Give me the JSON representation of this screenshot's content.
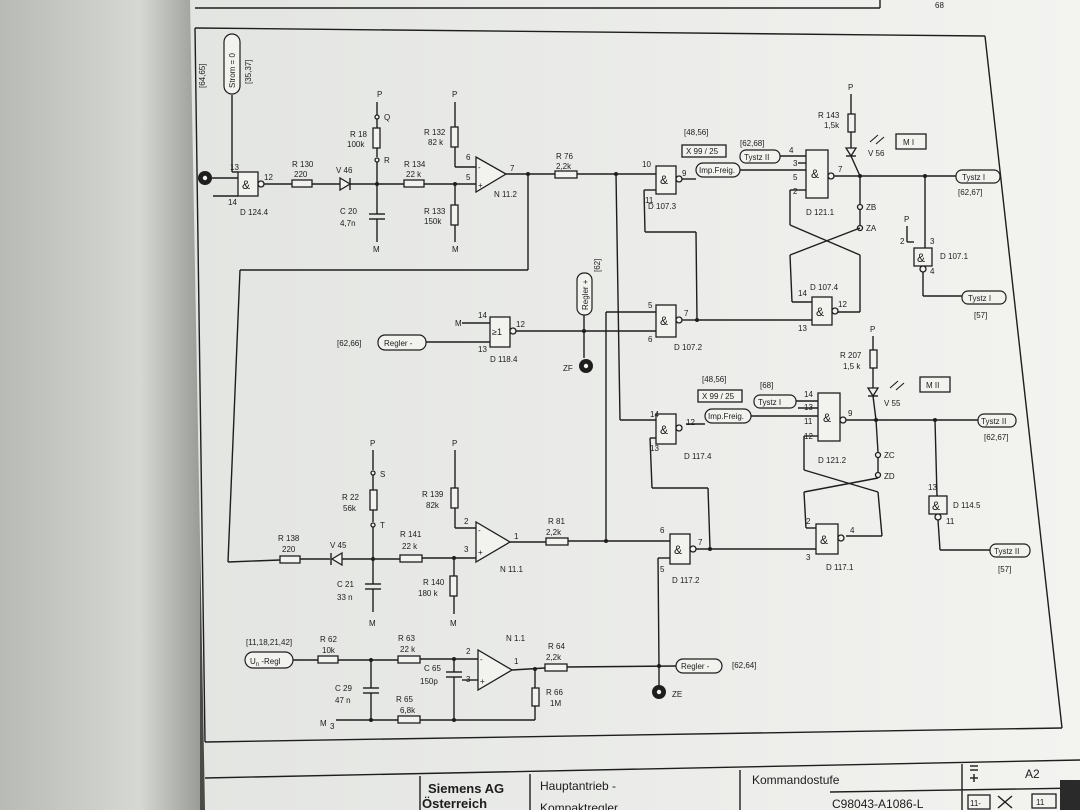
{
  "page_number": "68",
  "company": {
    "line1": "Siemens AG",
    "line2": "Österreich"
  },
  "title_block": {
    "project": "Hauptantrieb -",
    "project_sub": "Kompaktregler",
    "sheet_name": "Kommandostufe",
    "sheet_ref": "A2",
    "drawing_no": "C98043-A1086-L",
    "rev_a": "11-",
    "rev_b": "11"
  },
  "nets": {
    "strom": "Strom = 0",
    "strom_ref1": "[64,65]",
    "strom_ref2": "[35,37]",
    "regler_plus": "Regler +",
    "regler_plus_ref": "[62]",
    "regler_minus_in": "Regler -",
    "regler_minus_in_ref": "[62,66]",
    "imp_freig1": "Imp.Freig.",
    "imp_freig2": "Imp.Freig.",
    "tystz2_in": "Tystz II",
    "tystz2_in_ref": "[62,68]",
    "tystz1_in": "Tystz I",
    "tystz1_in_ref": "[68]",
    "x99_1": "X 99 / 25",
    "x99_1_ref": "[48,56]",
    "x99_2": "X 99 / 25",
    "x99_2_ref": "[48,56]",
    "tystz1_out": "Tystz I",
    "tystz1_out_ref": "[62,67]",
    "tystz1_out2": "Tystz I",
    "tystz1_out2_ref": "[57]",
    "tystz2_out": "Tystz II",
    "tystz2_out_ref": "[62,67]",
    "tystz2_out2": "Tystz II",
    "tystz2_out2_ref": "[57]",
    "un_regl": "U",
    "un_regl_sub": "n",
    "un_regl_rest": " -Regl",
    "un_regl_ref": "[11,18,21,42]",
    "regler_minus_out": "Regler -",
    "regler_minus_out_ref": "[62,64]",
    "m3": "M",
    "m3_sub": "3"
  },
  "components": {
    "r18": {
      "name": "R 18",
      "value": "100k"
    },
    "r130": {
      "name": "R 130",
      "value": "220"
    },
    "v46": "V 46",
    "c20": {
      "name": "C 20",
      "value": "4,7n"
    },
    "r132": {
      "name": "R 132",
      "value": "82 k"
    },
    "r134": {
      "name": "R 134",
      "value": "22 k"
    },
    "r133": {
      "name": "R 133",
      "value": "150k"
    },
    "n112": "N 11.2",
    "r76": {
      "name": "R 76",
      "value": "2,2k"
    },
    "d1244": "D 124.4",
    "d1073": "D 107.3",
    "d1211": "D 121.1",
    "d1074": "D 107.4",
    "d1071": "D 107.1",
    "d1072": "D 107.2",
    "d1184": "D 118.4",
    "r143": {
      "name": "R 143",
      "value": "1,5k"
    },
    "v56": "V 56",
    "mi": "M I",
    "r207": {
      "name": "R 207",
      "value": "1,5 k"
    },
    "v55": "V 55",
    "mii": "M II",
    "d1174": "D 117.4",
    "d1212": "D 121.2",
    "d1145": "D 114.5",
    "r22": {
      "name": "R 22",
      "value": "56k"
    },
    "r138": {
      "name": "R 138",
      "value": "220"
    },
    "v45": "V 45",
    "c21": {
      "name": "C 21",
      "value": "33 n"
    },
    "r139": {
      "name": "R 139",
      "value": "82k"
    },
    "r141": {
      "name": "R 141",
      "value": "22 k"
    },
    "r140": {
      "name": "R 140",
      "value": "180 k"
    },
    "n111": "N 11.1",
    "r81": {
      "name": "R 81",
      "value": "2,2k"
    },
    "d1172": "D 117.2",
    "d1171": "D 117.1",
    "r62": {
      "name": "R 62",
      "value": "10k"
    },
    "r63": {
      "name": "R 63",
      "value": "22 k"
    },
    "c65": {
      "name": "C 65",
      "value": "150p"
    },
    "c29": {
      "name": "C 29",
      "value": "47 n"
    },
    "r65": {
      "name": "R 65",
      "value": "6,8k"
    },
    "n11": "N 1.1",
    "r64": {
      "name": "R 64",
      "value": "2,2k"
    },
    "r66": {
      "name": "R 66",
      "value": "1M"
    }
  },
  "markers": {
    "p": "P",
    "m": "M",
    "q": "Q",
    "r": "R",
    "s": "S",
    "t": "T",
    "zb": "ZB",
    "za": "ZA",
    "zc": "ZC",
    "zd": "ZD",
    "ze": "ZE",
    "zf": "ZF",
    "amp": "&",
    "ge1": "≥1"
  },
  "pins": {
    "p13": "13",
    "p12": "12",
    "p14": "14",
    "p6": "6",
    "p5": "5",
    "p7": "7",
    "p10": "10",
    "p9": "9",
    "p11": "11",
    "p4": "4",
    "p3": "3",
    "p2": "2",
    "p1": "1"
  }
}
